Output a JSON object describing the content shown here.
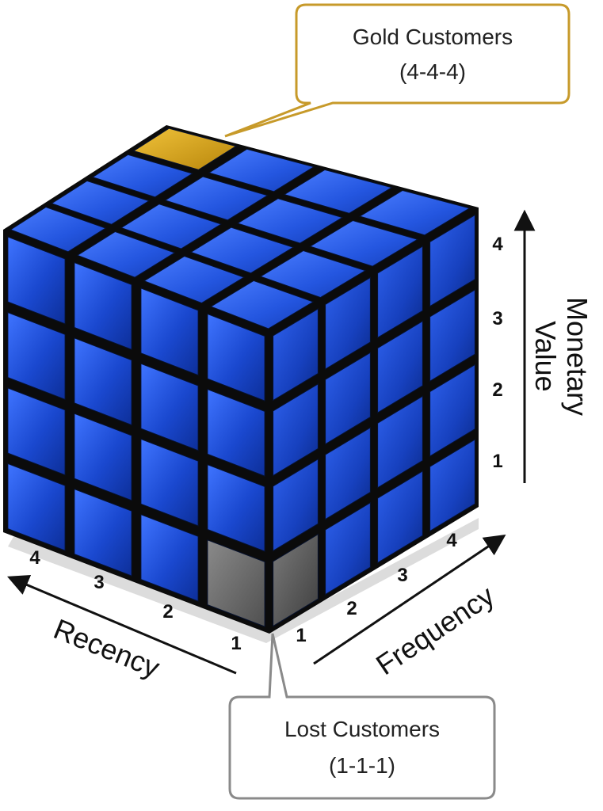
{
  "callouts": {
    "gold": {
      "line1": "Gold Customers",
      "line2": "(4-4-4)"
    },
    "lost": {
      "line1": "Lost Customers",
      "line2": "(1-1-1)"
    }
  },
  "axes": {
    "monetary": {
      "label_line1": "Monetary",
      "label_line2": "Value",
      "ticks": [
        "1",
        "2",
        "3",
        "4"
      ]
    },
    "recency": {
      "label": "Recency",
      "ticks": [
        "1",
        "2",
        "3",
        "4"
      ]
    },
    "frequency": {
      "label": "Frequency",
      "ticks": [
        "1",
        "2",
        "3",
        "4"
      ]
    }
  },
  "colors": {
    "cube_face": "#1c4fd6",
    "gold_cube": "#d7a312",
    "lost_cube": "#6e6e6e",
    "gap": "#0b0b0b"
  }
}
